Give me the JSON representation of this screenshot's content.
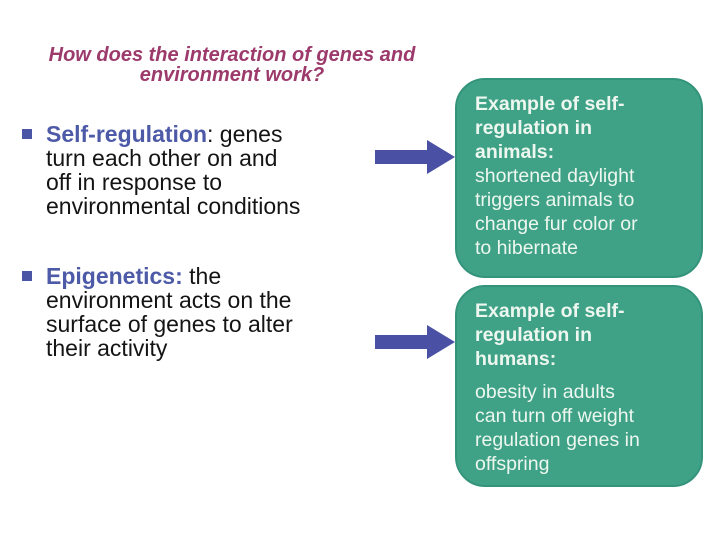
{
  "slide": {
    "title": "How does the interaction of genes and\nenvironment work?"
  },
  "bullets": [
    {
      "lead": "Self-regulation",
      "rest": ": genes\nturn each other on and\noff in response to\nenvironmental conditions"
    },
    {
      "lead": "Epigenetics:",
      "rest": " the\nenvironment acts on the\nsurface of genes to alter\ntheir activity"
    }
  ],
  "example_boxes": [
    {
      "heading": "Example of self-\nregulation in\nanimals:",
      "body": "shortened daylight\ntriggers animals to\nchange fur color or\nto hibernate"
    },
    {
      "heading": "Example of self-\nregulation in\nhumans:",
      "body": "obesity in adults\ncan turn off weight\nregulation genes in\noffspring"
    }
  ],
  "colors": {
    "bg": "#ffffff",
    "title_color": "#9c3a6b",
    "lead_color": "#4d5aa7",
    "bullet_color": "#4a55a5",
    "body_color": "#141414",
    "arrow_color": "#4a50a3",
    "box_fill": "#3fa287",
    "box_border": "#34947b",
    "box_text": "#edf7ef"
  }
}
